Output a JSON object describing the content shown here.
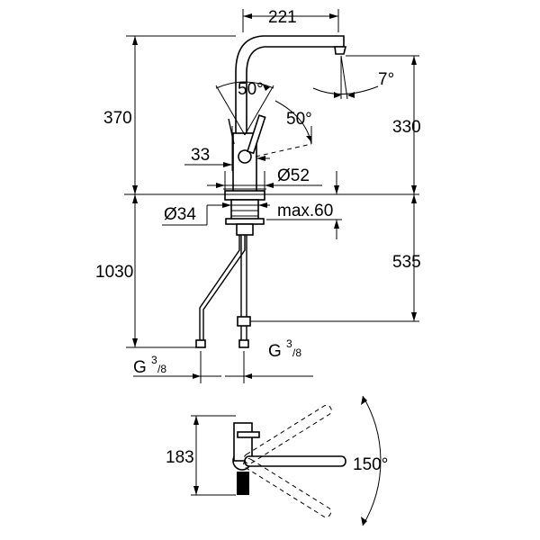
{
  "dimensions": {
    "spout_reach": "221",
    "spout_tilt": "7°",
    "lever_angle_top": "50°",
    "lever_angle_side": "50°",
    "total_height": "370",
    "height_to_spout": "330",
    "lever_offset": "33",
    "base_diameter": "Ø52",
    "hole_diameter": "Ø34",
    "deck_thickness": "max.60",
    "hose_length": "1030",
    "below_deck": "535",
    "connection_left_main": "G",
    "connection_left_sup": "3",
    "connection_left_sub": "/8",
    "connection_right_main": "G",
    "connection_right_sup": "3",
    "connection_right_sub": "/8",
    "plan_depth": "183",
    "swivel_angle": "150°"
  }
}
